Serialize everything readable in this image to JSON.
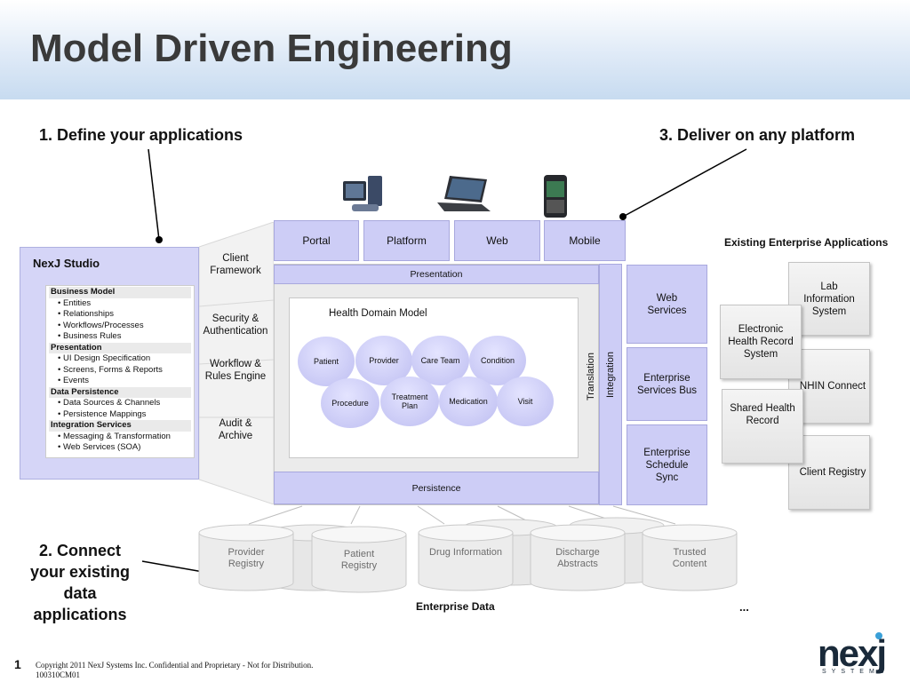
{
  "title": "Model Driven Engineering",
  "steps": {
    "define": "1. Define your applications",
    "deliver": "3.  Deliver on any platform",
    "connect_lines": [
      "2. Connect",
      "your existing",
      "data",
      "applications"
    ]
  },
  "studio": {
    "title": "NexJ Studio",
    "sections": [
      {
        "heading": "Business Model",
        "items": [
          "• Entities",
          "• Relationships",
          "• Workflows/Processes",
          "• Business Rules"
        ]
      },
      {
        "heading": "Presentation",
        "items": [
          "• UI Design Specification",
          "• Screens, Forms & Reports",
          "• Events"
        ]
      },
      {
        "heading": "Data Persistence",
        "items": [
          "• Data Sources & Channels",
          "• Persistence Mappings"
        ]
      },
      {
        "heading": "Integration Services",
        "items": [
          "• Messaging & Transformation",
          "• Web Services (SOA)"
        ]
      }
    ]
  },
  "capabilities": [
    [
      "Client",
      "Framework"
    ],
    [
      "Security &",
      "Authentication"
    ],
    [
      "Workflow &",
      "Rules Engine"
    ],
    [
      "Audit &",
      "Archive"
    ]
  ],
  "channels": [
    "Portal",
    "Platform",
    "Web",
    "Mobile"
  ],
  "layers": {
    "presentation": "Presentation",
    "persistence": "Persistence",
    "translation": "Translation",
    "integration": "Integration"
  },
  "domain_model": {
    "title": "Health Domain Model",
    "entities": [
      [
        "Patient"
      ],
      [
        "Provider"
      ],
      [
        "Care Team"
      ],
      [
        "Condition"
      ],
      [
        "Procedure"
      ],
      [
        "Treatment",
        "Plan"
      ],
      [
        "Medication"
      ],
      [
        "Visit"
      ]
    ]
  },
  "services": [
    [
      "Web",
      "Services"
    ],
    [
      "Enterprise",
      "Services Bus"
    ],
    [
      "Enterprise",
      "Schedule",
      "Sync"
    ]
  ],
  "enterprise_apps": {
    "title": "Existing Enterprise Applications",
    "apps": [
      [
        "Lab",
        "Information",
        "System"
      ],
      [
        "Electronic",
        "Health Record",
        "System"
      ],
      [
        "NHIN Connect"
      ],
      [
        "Shared Health",
        "Record"
      ],
      [
        "Client Registry"
      ]
    ]
  },
  "databases": [
    [
      "Provider",
      "Registry"
    ],
    [
      "Patient",
      "Registry"
    ],
    [
      "Drug Information"
    ],
    [
      "Discharge",
      "Abstracts"
    ],
    [
      "Trusted",
      "Content"
    ]
  ],
  "enterprise_data": "Enterprise Data",
  "ellipsis": "...",
  "footer": {
    "slide_number": "1",
    "copyright": "Copyright 2011 NexJ Systems Inc. Confidential and Proprietary - Not for Distribution.",
    "code": "100310CM01"
  },
  "logo": {
    "name": "nexj",
    "sub": "SYSTEMS"
  },
  "devices": [
    "desktop-computer-icon",
    "laptop-icon",
    "smartphone-icon"
  ],
  "colors": {
    "accent_purple": "#cdcdf6",
    "header_blue": "#c7dbf0",
    "logo_blue": "#3aa0d8"
  }
}
